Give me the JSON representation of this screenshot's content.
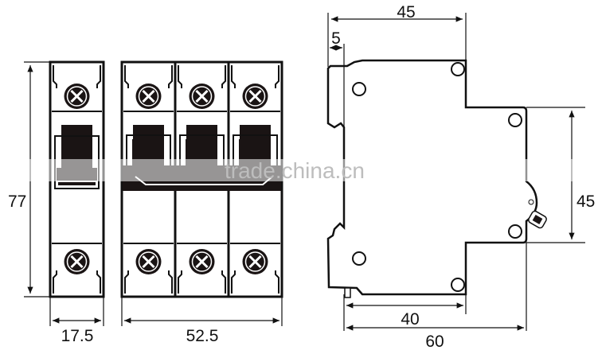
{
  "dimensions": {
    "height_front": "77",
    "width_single": "17.5",
    "width_triple": "52.5",
    "side_top": "45",
    "side_rail_offset": "5",
    "side_bottom_inner": "40",
    "side_bottom_total": "60",
    "side_right_height": "45"
  },
  "watermark": "trade.china.cn",
  "colors": {
    "line": "#111111",
    "fill_dark": "#1a1414",
    "watermark": "#bdbdbd"
  }
}
